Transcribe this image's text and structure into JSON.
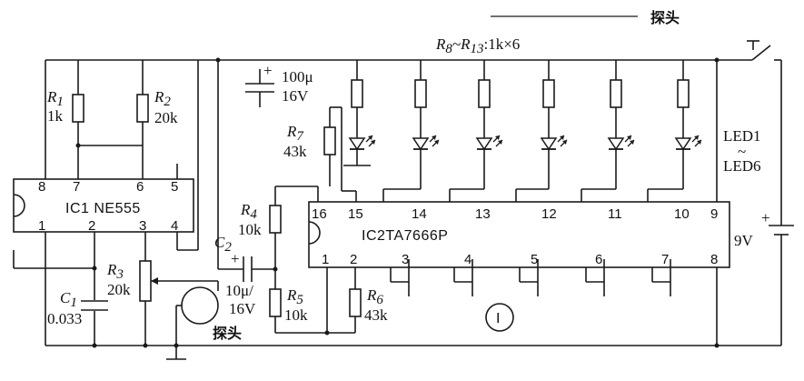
{
  "ic1": {
    "label": "IC1 NE555",
    "pins": [
      "8",
      "7",
      "6",
      "5",
      "1",
      "2",
      "3",
      "4"
    ]
  },
  "ic2": {
    "label": "IC2TA7666P",
    "pins_top": [
      "16",
      "15",
      "14",
      "13",
      "12",
      "11",
      "10",
      "9"
    ],
    "pins_bottom": [
      "1",
      "2",
      "3",
      "4",
      "5",
      "6",
      "7",
      "8"
    ]
  },
  "r1": {
    "name": "R",
    "sub": "1",
    "value": "1k"
  },
  "r2": {
    "name": "R",
    "sub": "2",
    "value": "20k"
  },
  "r3": {
    "name": "R",
    "sub": "3",
    "value": "20k"
  },
  "r4": {
    "name": "R",
    "sub": "4",
    "value": "10k"
  },
  "r5": {
    "name": "R",
    "sub": "5",
    "value": "10k"
  },
  "r6": {
    "name": "R",
    "sub": "6",
    "value": "43k"
  },
  "r7": {
    "name": "R",
    "sub": "7",
    "value": "43k"
  },
  "c1": {
    "name": "C",
    "sub": "1",
    "value": "0.033"
  },
  "c2": {
    "name": "C",
    "sub": "2",
    "value1": "10μ/",
    "value2": "16V"
  },
  "c3": {
    "plus": "+",
    "value1": "100μ",
    "value2": "16V"
  },
  "led_resistors": {
    "r_a": "R",
    "sub_a": "8",
    "tilde": "~",
    "r_b": "R",
    "sub_b": "13",
    "value": ":1k×6"
  },
  "leds": {
    "first": "LED1",
    "tilde": "~",
    "last": "LED6"
  },
  "battery": {
    "voltage": "9V",
    "plus": "+"
  },
  "probe_label_top": "探头",
  "probe_label_bottom": "探头",
  "meter_symbol": "I"
}
